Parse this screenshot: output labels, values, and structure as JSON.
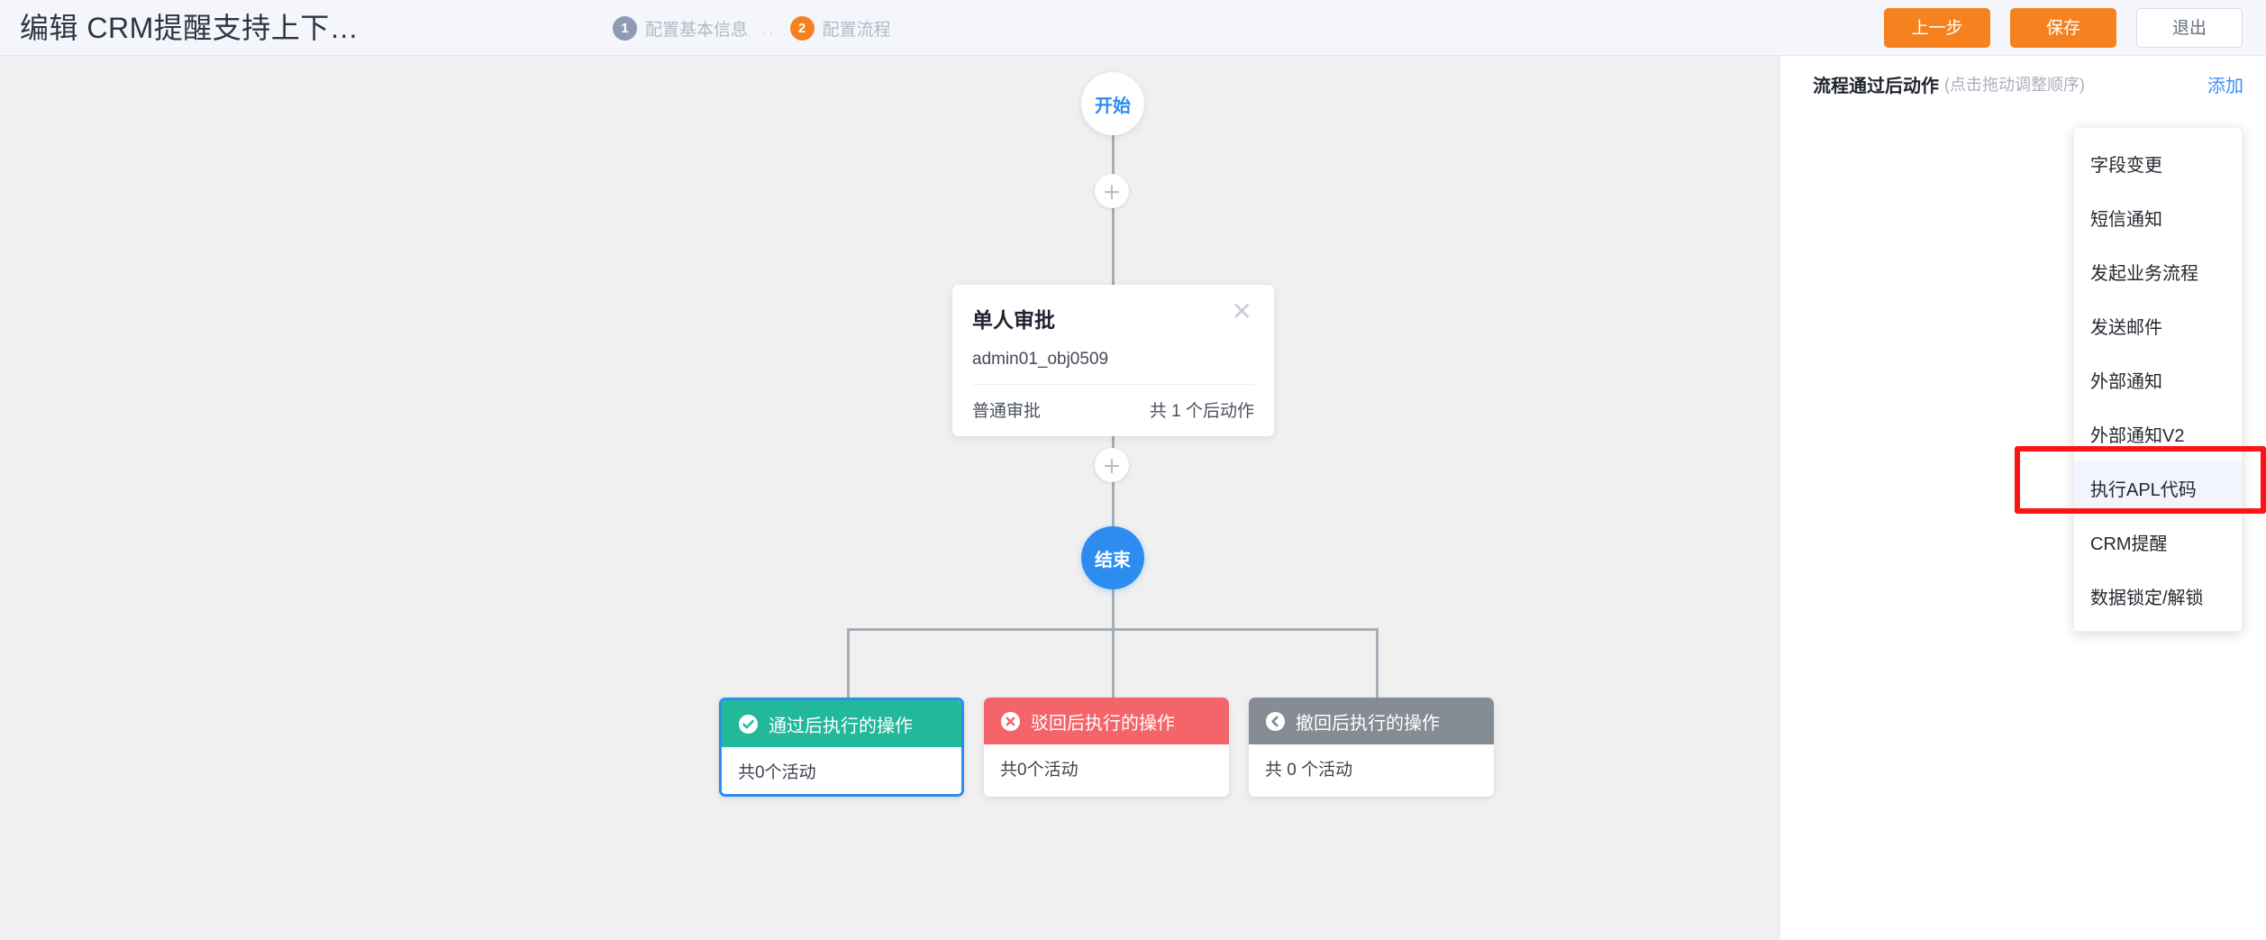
{
  "header": {
    "title": "编辑 CRM提醒支持上下…",
    "steps": [
      {
        "num": "1",
        "label": "配置基本信息",
        "state": "done"
      },
      {
        "num": "2",
        "label": "配置流程",
        "state": "active"
      }
    ],
    "step_separator": "..",
    "actions": {
      "prev_label": "上一步",
      "save_label": "保存",
      "exit_label": "退出"
    }
  },
  "flow": {
    "start_label": "开始",
    "end_label": "结束",
    "plus_label": "+",
    "approval_card": {
      "title": "单人审批",
      "close_icon": "✕",
      "object": "admin01_obj0509",
      "type": "普通审批",
      "post_actions": "共 1 个后动作"
    },
    "action_cards": [
      {
        "title": "通过后执行的操作",
        "count_text": "共0个活动",
        "icon": "check-circle",
        "tone": "pass",
        "selected": true
      },
      {
        "title": "驳回后执行的操作",
        "count_text": "共0个活动",
        "icon": "close-circle",
        "tone": "reject",
        "selected": false
      },
      {
        "title": "撤回后执行的操作",
        "count_text": "共 0 个活动",
        "icon": "back-circle",
        "tone": "withdraw",
        "selected": false
      }
    ]
  },
  "panel": {
    "title": "流程通过后动作",
    "hint": "(点击拖动调整顺序)",
    "add_label": "添加",
    "dropdown": {
      "items": [
        {
          "label": "字段变更",
          "active": false
        },
        {
          "label": "短信通知",
          "active": false
        },
        {
          "label": "发起业务流程",
          "active": false
        },
        {
          "label": "发送邮件",
          "active": false
        },
        {
          "label": "外部通知",
          "active": false
        },
        {
          "label": "外部通知V2",
          "active": false
        },
        {
          "label": "执行APL代码",
          "active": true
        },
        {
          "label": "CRM提醒",
          "active": false
        },
        {
          "label": "数据锁定/解锁",
          "active": false
        }
      ]
    }
  },
  "colors": {
    "brand_orange": "#f5821f",
    "blue": "#2d8cf0",
    "pass_green": "#22b99a",
    "reject_red": "#f4656a",
    "withdraw_gray": "#868c93",
    "highlight_red": "#fb1414",
    "link_blue": "#3d8ef7"
  }
}
